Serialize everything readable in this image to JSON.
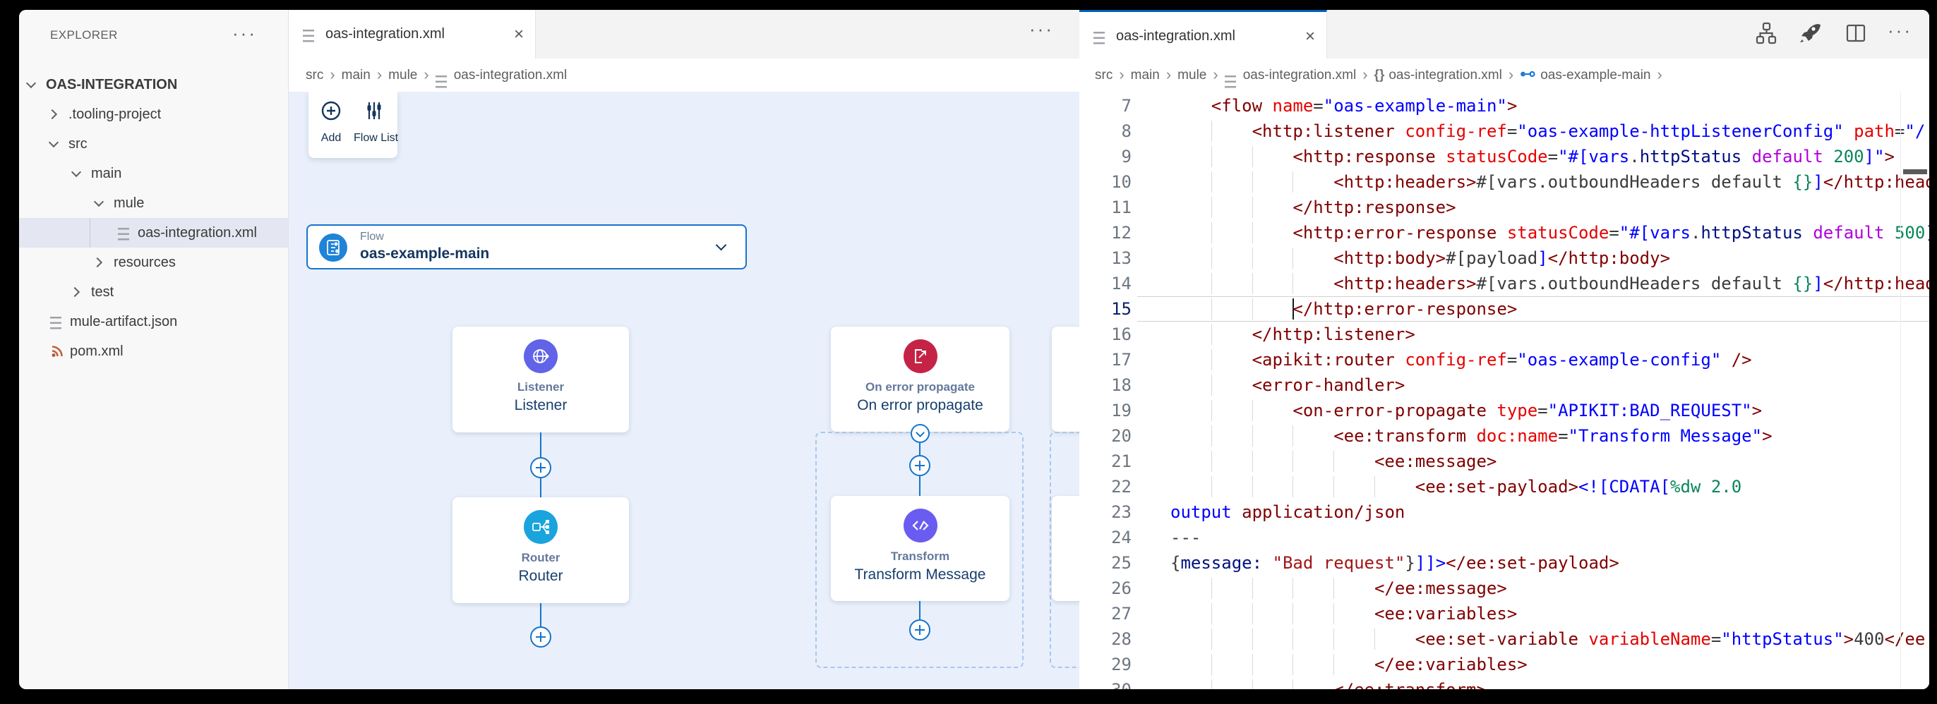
{
  "sidebar": {
    "title": "EXPLORER",
    "more_icon": "···",
    "tree": [
      {
        "label": "OAS-INTEGRATION",
        "level": 0,
        "kind": "root",
        "chevron": "down",
        "selected": false
      },
      {
        "label": ".tooling-project",
        "level": 1,
        "kind": "folder",
        "chevron": "right",
        "selected": false
      },
      {
        "label": "src",
        "level": 1,
        "kind": "folder",
        "chevron": "down",
        "selected": false
      },
      {
        "label": "main",
        "level": 2,
        "kind": "folder",
        "chevron": "down",
        "selected": false
      },
      {
        "label": "mule",
        "level": 3,
        "kind": "folder",
        "chevron": "down",
        "selected": false
      },
      {
        "label": "oas-integration.xml",
        "level": 4,
        "kind": "file",
        "icon": "file-icon",
        "selected": true
      },
      {
        "label": "resources",
        "level": 3,
        "kind": "folder",
        "chevron": "right",
        "selected": false
      },
      {
        "label": "test",
        "level": 2,
        "kind": "folder",
        "chevron": "right",
        "selected": false
      },
      {
        "label": "mule-artifact.json",
        "level": 1,
        "kind": "file",
        "icon": "file-icon",
        "selected": false
      },
      {
        "label": "pom.xml",
        "level": 1,
        "kind": "file",
        "icon": "maven-pom-icon",
        "selected": false
      }
    ]
  },
  "flow_editor": {
    "tab": {
      "label": "oas-integration.xml",
      "close_icon": "×"
    },
    "strip_more_icon": "···",
    "breadcrumb": [
      {
        "label": "src"
      },
      {
        "label": "main"
      },
      {
        "label": "mule"
      },
      {
        "label": "oas-integration.xml",
        "icon": "file-icon"
      }
    ],
    "toolbar": {
      "add_label": "Add",
      "flow_list_label": "Flow List"
    },
    "flow_selector": {
      "type_label": "Flow",
      "value": "oas-example-main"
    },
    "canvas": {
      "nodes": [
        {
          "id": "listener",
          "type_label": "Listener",
          "name": "Listener",
          "color": "#6163e8",
          "icon": "http-listener-globe-icon"
        },
        {
          "id": "router",
          "type_label": "Router",
          "name": "Router",
          "color": "#19a4de",
          "icon": "apikit-router-icon"
        },
        {
          "id": "on-error-propagate",
          "type_label": "On error propagate",
          "name": "On error propagate",
          "color": "#c52346",
          "icon": "error-exit-icon"
        },
        {
          "id": "transform",
          "type_label": "Transform",
          "name": "Transform Message",
          "color": "#6a5cf0",
          "icon": "dataweave-transform-icon"
        }
      ]
    }
  },
  "code_editor": {
    "tab": {
      "label": "oas-integration.xml",
      "close_icon": "×"
    },
    "accent_color": "#005fb8",
    "actions": [
      "flow-diagram-icon",
      "run-deploy-rocket-icon",
      "split-editor-icon",
      "more-actions-icon"
    ],
    "breadcrumb": [
      {
        "label": "src"
      },
      {
        "label": "main"
      },
      {
        "label": "mule"
      },
      {
        "label": "oas-integration.xml",
        "icon": "file-icon"
      },
      {
        "label": "oas-integration.xml",
        "icon": "braces-icon",
        "braces": "{}"
      },
      {
        "label": "oas-example-main",
        "icon": "symbol-flow-icon"
      }
    ],
    "breadcrumb_trailing_chevron": true,
    "active_line": 15,
    "cursor": {
      "line": 15,
      "column": 12
    },
    "lines": [
      {
        "n": 7,
        "ind": 4,
        "tk": [
          [
            "t",
            "<flow "
          ],
          [
            "a",
            "name"
          ],
          [
            "o",
            "="
          ],
          [
            "v",
            "\"oas-example-main\""
          ],
          [
            "t",
            ">"
          ]
        ]
      },
      {
        "n": 8,
        "ind": 8,
        "tk": [
          [
            "t",
            "<http:listener "
          ],
          [
            "a",
            "config-ref"
          ],
          [
            "o",
            "="
          ],
          [
            "v",
            "\"oas-example-httpListenerConfig\""
          ],
          [
            "o",
            " "
          ],
          [
            "a",
            "path"
          ],
          [
            "o",
            "="
          ],
          [
            "v",
            "\"/"
          ]
        ]
      },
      {
        "n": 9,
        "ind": 12,
        "tk": [
          [
            "t",
            "<http:response "
          ],
          [
            "a",
            "statusCode"
          ],
          [
            "o",
            "="
          ],
          [
            "v",
            "\"#["
          ],
          [
            "v",
            "vars"
          ],
          [
            "o",
            "."
          ],
          [
            "p",
            "httpStatus"
          ],
          [
            "o",
            " "
          ],
          [
            "k",
            "default"
          ],
          [
            "o",
            " "
          ],
          [
            "n",
            "200"
          ],
          [
            "v",
            "]\""
          ],
          [
            "t",
            ">"
          ]
        ]
      },
      {
        "n": 10,
        "ind": 16,
        "tk": [
          [
            "t",
            "<http:headers>"
          ],
          [
            "x",
            "#[vars.outboundHeaders default "
          ],
          [
            "n",
            "{}"
          ],
          [
            "v",
            "]"
          ],
          [
            "t",
            "</http:headers>"
          ]
        ]
      },
      {
        "n": 11,
        "ind": 12,
        "tk": [
          [
            "t",
            "</http:response>"
          ]
        ]
      },
      {
        "n": 12,
        "ind": 12,
        "tk": [
          [
            "t",
            "<http:error-response "
          ],
          [
            "a",
            "statusCode"
          ],
          [
            "o",
            "="
          ],
          [
            "v",
            "\"#["
          ],
          [
            "v",
            "vars"
          ],
          [
            "o",
            "."
          ],
          [
            "p",
            "httpStatus"
          ],
          [
            "o",
            " "
          ],
          [
            "k",
            "default"
          ],
          [
            "o",
            " "
          ],
          [
            "n",
            "500"
          ],
          [
            "v",
            "]\""
          ],
          [
            "t",
            ">"
          ]
        ]
      },
      {
        "n": 13,
        "ind": 16,
        "tk": [
          [
            "t",
            "<http:body>"
          ],
          [
            "x",
            "#[payload"
          ],
          [
            "v",
            "]"
          ],
          [
            "t",
            "</http:body>"
          ]
        ]
      },
      {
        "n": 14,
        "ind": 16,
        "tk": [
          [
            "t",
            "<http:headers>"
          ],
          [
            "x",
            "#[vars.outboundHeaders default "
          ],
          [
            "n",
            "{}"
          ],
          [
            "v",
            "]"
          ],
          [
            "t",
            "</http:headers>"
          ]
        ]
      },
      {
        "n": 15,
        "ind": 12,
        "tk": [
          [
            "t",
            "</http:error-response>"
          ]
        ]
      },
      {
        "n": 16,
        "ind": 8,
        "tk": [
          [
            "t",
            "</http:listener>"
          ]
        ]
      },
      {
        "n": 17,
        "ind": 8,
        "tk": [
          [
            "t",
            "<apikit:router "
          ],
          [
            "a",
            "config-ref"
          ],
          [
            "o",
            "="
          ],
          [
            "v",
            "\"oas-example-config\""
          ],
          [
            "t",
            " />"
          ]
        ]
      },
      {
        "n": 18,
        "ind": 8,
        "tk": [
          [
            "t",
            "<error-handler>"
          ]
        ]
      },
      {
        "n": 19,
        "ind": 12,
        "tk": [
          [
            "t",
            "<on-error-propagate "
          ],
          [
            "a",
            "type"
          ],
          [
            "o",
            "="
          ],
          [
            "v",
            "\"APIKIT:BAD_REQUEST\""
          ],
          [
            "t",
            ">"
          ]
        ]
      },
      {
        "n": 20,
        "ind": 16,
        "tk": [
          [
            "t",
            "<ee:transform "
          ],
          [
            "a",
            "doc:name"
          ],
          [
            "o",
            "="
          ],
          [
            "v",
            "\"Transform Message\""
          ],
          [
            "t",
            ">"
          ]
        ]
      },
      {
        "n": 21,
        "ind": 20,
        "tk": [
          [
            "t",
            "<ee:message>"
          ]
        ]
      },
      {
        "n": 22,
        "ind": 24,
        "tk": [
          [
            "t",
            "<ee:set-payload>"
          ],
          [
            "v",
            "<![CDATA["
          ],
          [
            "n",
            "%dw 2.0"
          ]
        ]
      },
      {
        "n": 23,
        "ind": 0,
        "tk": [
          [
            "v",
            "output"
          ],
          [
            "o",
            " "
          ],
          [
            "t",
            "application/json"
          ]
        ]
      },
      {
        "n": 24,
        "ind": 0,
        "tk": [
          [
            "x",
            "---"
          ]
        ]
      },
      {
        "n": 25,
        "ind": 0,
        "tk": [
          [
            "o",
            "{"
          ],
          [
            "p",
            "message:"
          ],
          [
            "o",
            " "
          ],
          [
            "s",
            "\"Bad request\""
          ],
          [
            "o",
            "}"
          ],
          [
            "v",
            "]]>"
          ],
          [
            "t",
            "</ee:set-payload>"
          ]
        ]
      },
      {
        "n": 26,
        "ind": 20,
        "tk": [
          [
            "t",
            "</ee:message>"
          ]
        ]
      },
      {
        "n": 27,
        "ind": 20,
        "tk": [
          [
            "t",
            "<ee:variables>"
          ]
        ]
      },
      {
        "n": 28,
        "ind": 24,
        "tk": [
          [
            "t",
            "<ee:set-variable "
          ],
          [
            "a",
            "variableName"
          ],
          [
            "o",
            "="
          ],
          [
            "v",
            "\"httpStatus\""
          ],
          [
            "t",
            ">"
          ],
          [
            "x",
            "400"
          ],
          [
            "t",
            "</ee:set-variable>"
          ]
        ]
      },
      {
        "n": 29,
        "ind": 20,
        "tk": [
          [
            "t",
            "</ee:variables>"
          ]
        ]
      },
      {
        "n": 30,
        "ind": 16,
        "tk": [
          [
            "t",
            "</ee:transform>"
          ]
        ]
      }
    ]
  },
  "colors": {
    "canvas_bg": "#e9f0fb",
    "connector": "#1774c9",
    "tab_accent": "#005fb8",
    "listener_icon": "#6163e8",
    "router_icon": "#19a4de",
    "error_icon": "#c52346",
    "transform_icon": "#6a5cf0",
    "pom_icon": "#c0603a",
    "selection_bg": "#e4e6f1"
  }
}
